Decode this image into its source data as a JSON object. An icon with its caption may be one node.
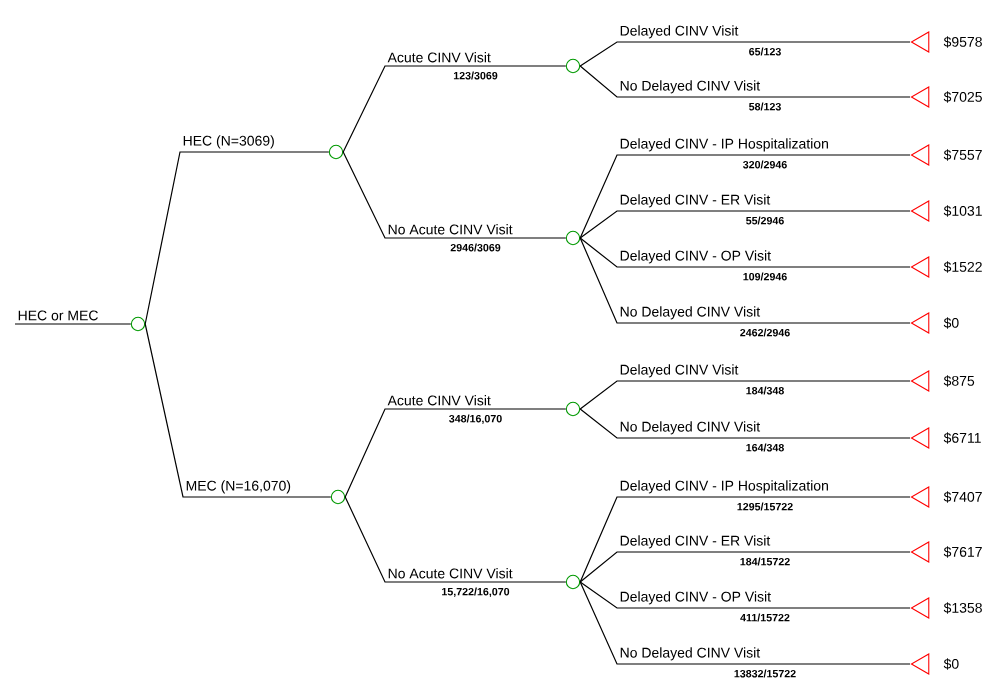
{
  "diagram": {
    "nodes": [
      {
        "text": [],
        "shape": "circle"
      },
      {
        "text": [],
        "shape": "circle"
      },
      {
        "text": [],
        "shape": "circle"
      },
      {
        "text": [],
        "shape": "triangle",
        "beside": [
          "$9578"
        ]
      },
      {
        "text": [],
        "shape": "triangle",
        "beside": [
          "$7025"
        ]
      },
      {
        "text": [],
        "shape": "circle"
      },
      {
        "text": [],
        "shape": "triangle",
        "beside": [
          "$7557"
        ]
      },
      {
        "text": [],
        "shape": "triangle",
        "beside": [
          "$1031"
        ]
      },
      {
        "text": [],
        "shape": "triangle",
        "beside": [
          "$1522"
        ]
      },
      {
        "text": [],
        "shape": "triangle",
        "beside": [
          "$0"
        ]
      },
      {
        "text": [],
        "shape": "circle"
      },
      {
        "text": [],
        "shape": "circle"
      },
      {
        "text": [],
        "shape": "triangle",
        "beside": [
          "$875"
        ]
      },
      {
        "text": [],
        "shape": "triangle",
        "beside": [
          "$6711"
        ]
      },
      {
        "text": [],
        "shape": "circle"
      },
      {
        "text": [],
        "shape": "triangle",
        "beside": [
          "$7407"
        ]
      },
      {
        "text": [],
        "shape": "triangle",
        "beside": [
          "$7617"
        ]
      },
      {
        "text": [],
        "shape": "triangle",
        "beside": [
          "$1358"
        ]
      },
      {
        "text": [],
        "shape": "triangle",
        "beside": [
          "$0"
        ]
      }
    ],
    "edges": [
      {
        "from": null,
        "to": 0,
        "arrow": "none",
        "label": "HEC or MEC"
      },
      {
        "from": 0,
        "to": 1,
        "arrow": "none",
        "label": "HEC (N=3069)"
      },
      {
        "from": 0,
        "to": 10,
        "arrow": "none",
        "label": "MEC (N=16,070)"
      },
      {
        "from": 1,
        "to": 2,
        "arrow": "none",
        "label": "Acute CINV Visit"
      },
      {
        "from": 1,
        "to": 5,
        "arrow": "none",
        "label": "No Acute CINV Visit"
      },
      {
        "from": 2,
        "to": 3,
        "arrow": "none",
        "label": "Delayed CINV Visit"
      },
      {
        "from": 2,
        "to": 4,
        "arrow": "none",
        "label": "No Delayed CINV Visit"
      },
      {
        "from": 5,
        "to": 6,
        "arrow": "none",
        "label": "Delayed CINV - IP Hospitalization"
      },
      {
        "from": 5,
        "to": 7,
        "arrow": "none",
        "label": "Delayed CINV - ER Visit"
      },
      {
        "from": 5,
        "to": 8,
        "arrow": "none",
        "label": "Delayed CINV - OP Visit"
      },
      {
        "from": 5,
        "to": 9,
        "arrow": "none",
        "label": "No Delayed CINV Visit"
      },
      {
        "from": 10,
        "to": 11,
        "arrow": "none",
        "label": "Acute CINV Visit"
      },
      {
        "from": 10,
        "to": 14,
        "arrow": "none",
        "label": "No Acute CINV Visit"
      },
      {
        "from": 11,
        "to": 12,
        "arrow": "none",
        "label": "Delayed CINV Visit"
      },
      {
        "from": 11,
        "to": 13,
        "arrow": "none",
        "label": "No Delayed CINV Visit"
      },
      {
        "from": 14,
        "to": 15,
        "arrow": "none",
        "label": "Delayed CINV - IP Hospitalization"
      },
      {
        "from": 14,
        "to": 16,
        "arrow": "none",
        "label": "Delayed CINV - ER Visit"
      },
      {
        "from": 14,
        "to": 17,
        "arrow": "none",
        "label": "Delayed CINV - OP Visit"
      },
      {
        "from": 14,
        "to": 18,
        "arrow": "none",
        "label": "No Delayed CINV Visit"
      }
    ],
    "labels": [
      "123/3069",
      "2946/3069",
      "65/123",
      "58/123",
      "320/2946",
      "55/2946",
      "109/2946",
      "2462/2946",
      "348/16,070",
      "15,722/16,070",
      "184/348",
      "164/348",
      "1295/15722",
      "184/15722",
      "411/15722",
      "13832/15722"
    ]
  }
}
